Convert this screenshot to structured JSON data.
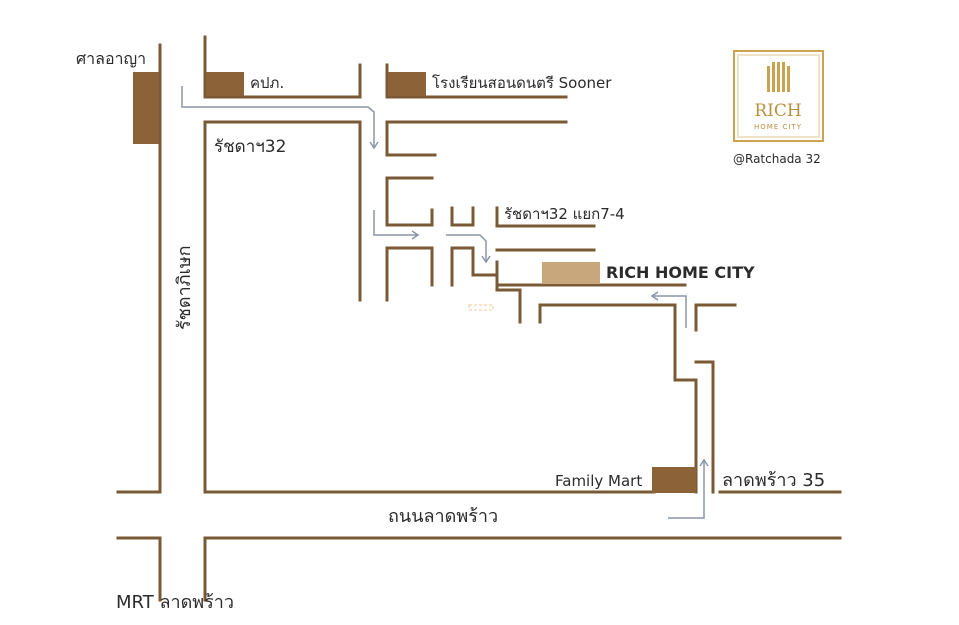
{
  "map": {
    "landmarks": {
      "court": "ศาลอาญา",
      "office": "คปภ.",
      "school": "โรงเรียนสอนดนตรี Sooner",
      "soi32": "รัชดาฯ32",
      "soi32_branch": "รัชดาฯ32 แยก7-4",
      "destination": "RICH HOME CITY",
      "store": "Family Mart",
      "soi35": "ลาดพร้าว 35",
      "main_road": "ถนนลาดพร้าว",
      "ratchada_road": "รัชดาภิเษก",
      "mrt": "MRT ลาดพร้าว"
    },
    "logo": {
      "title": "RICH",
      "subtitle": "HOME CITY",
      "caption": "@Ratchada 32"
    },
    "colors": {
      "road": "#7a5a36",
      "building": "#8c6239",
      "destination": "#c9a77c",
      "arrow": "#8a96a6",
      "gold": "#c9a34f"
    }
  }
}
